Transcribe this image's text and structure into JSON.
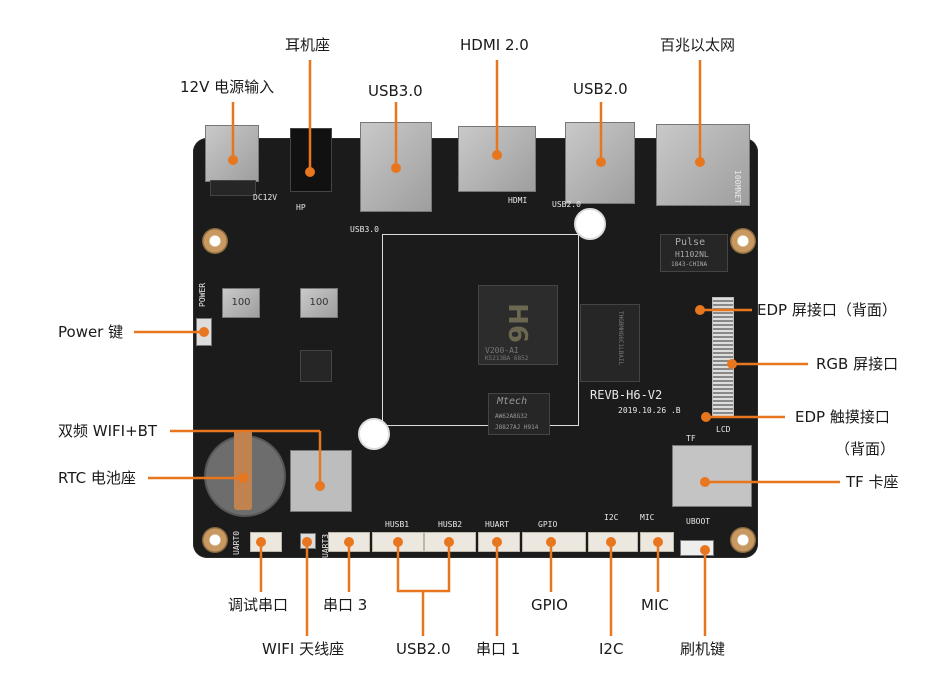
{
  "accent_color": "#e8761e",
  "board": {
    "model": "REVB-H6-V2",
    "date": "2019.10.26 .B",
    "soc_brand_mark": "H6",
    "soc_part": "V200-AI",
    "soc_code": "K5213BA 6852",
    "ram_brand": "Mtech",
    "ram_part": "AW62A8G32",
    "ram_code": "J8827AJ H914",
    "emmc_text": "THGBMHG6C1LBAIL",
    "phy_brand": "Pulse",
    "phy_part": "H1102NL",
    "phy_origin": "1843-CHINA",
    "inductor_1": "100",
    "inductor_2": "100",
    "silkscreen": {
      "dc12v": "DC12V",
      "hp": "HP",
      "usb3": "USB3.0",
      "hdmi": "HDMI",
      "usb2": "USB2.0",
      "eth": "100MNET",
      "power": "POWER",
      "lcd": "LCD",
      "tf": "TF",
      "uart0": "UART0",
      "uart3": "UART3",
      "husb1": "HUSB1",
      "husb2": "HUSB2",
      "huart": "HUART",
      "gpio": "GPIO",
      "i2c": "I2C",
      "mic": "MIC",
      "uboot": "UBOOT"
    }
  },
  "labels": {
    "power_12v": "12V 电源输入",
    "headphone": "耳机座",
    "usb3": "USB3.0",
    "hdmi": "HDMI 2.0",
    "usb2_top": "USB2.0",
    "ethernet": "百兆以太网",
    "power_key": "Power 键",
    "wifi_bt": "双频 WIFI+BT",
    "rtc": "RTC 电池座",
    "edp_screen": "EDP 屏接口（背面）",
    "rgb_screen": "RGB 屏接口",
    "edp_touch": "EDP 触摸接口",
    "edp_touch_note": "（背面）",
    "tf_slot": "TF 卡座",
    "debug_uart": "调试串口",
    "wifi_antenna": "WIFI 天线座",
    "uart3": "串口 3",
    "usb2_bottom": "USB2.0",
    "uart1": "串口 1",
    "gpio": "GPIO",
    "i2c": "I2C",
    "mic": "MIC",
    "flash_key": "刷机键"
  }
}
